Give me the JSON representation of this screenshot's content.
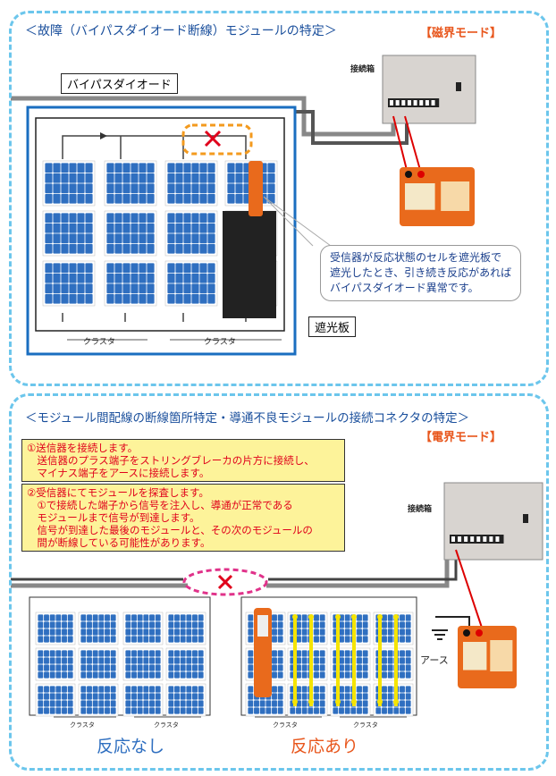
{
  "section1": {
    "title": "＜故障（バイパスダイオード断線）モジュールの特定＞",
    "mode": "【磁界モード】",
    "bypass_label": "バイパスダイオード",
    "junction_label": "接続箱",
    "shade_label": "遮光板",
    "cluster_labels": [
      "クラスタ",
      "クラスタ"
    ],
    "callout": "受信器が反応状態のセルを遮光板で\n遮光したとき、引き続き反応があれば\nバイパスダイオード異常です。"
  },
  "section2": {
    "title": "＜モジュール間配線の断線箇所特定・導通不良モジュールの接続コネクタの特定＞",
    "mode": "【電界モード】",
    "step1": "①送信器を接続します。\n　送信器のプラス端子をストリングブレーカの片方に接続し、\n　マイナス端子をアースに接続します。",
    "step2": "②受信器にてモジュールを探査します。\n　①で接続した端子から信号を注入し、導通が正常である\n　モジュールまで信号が到達します。\n　信号が到達した最後のモジュールと、その次のモジュールの\n　間が断線している可能性があります。",
    "junction_label": "接続箱",
    "earth_label": "アース",
    "cluster_labels": [
      "クラスタ",
      "クラスタ",
      "クラスタ",
      "クラスタ"
    ],
    "no_reaction": "反応なし",
    "reaction": "反応あり"
  },
  "colors": {
    "panel_border": "#6cc6ec",
    "title": "#1a4f9c",
    "mode": "#e8561c",
    "cell": "#2f6fc0",
    "signal": "#f5e400",
    "device": "#e96a1c",
    "fault_x": "#e0001b"
  }
}
